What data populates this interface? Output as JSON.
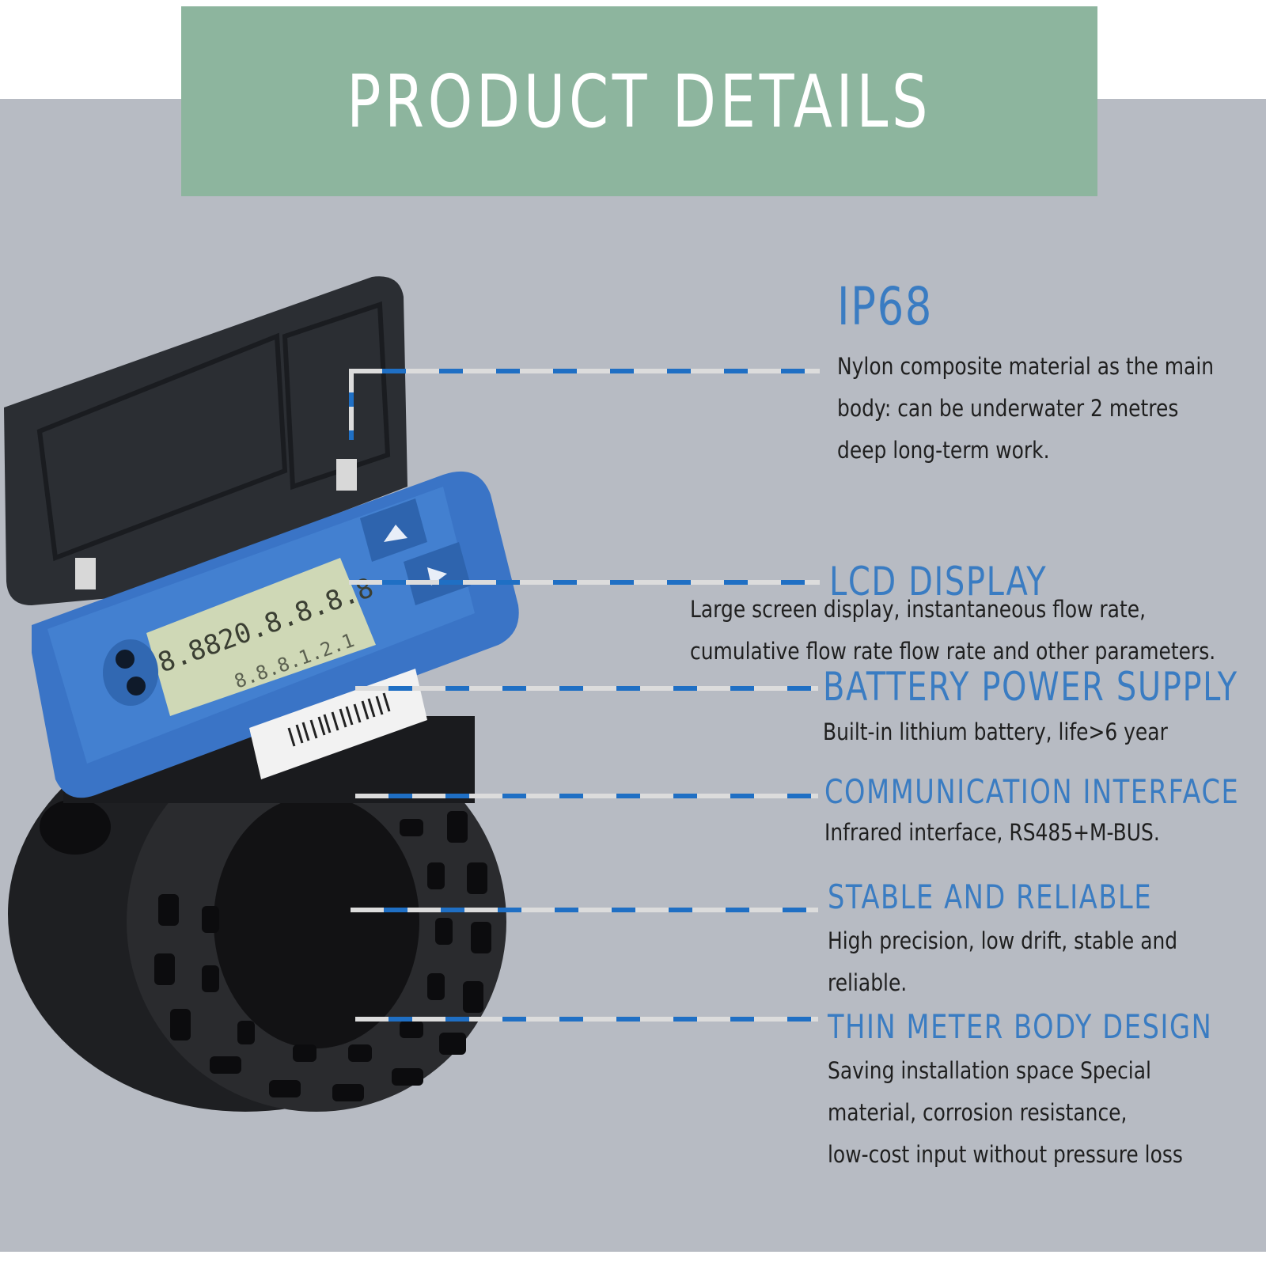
{
  "header": {
    "title": "PRODUCT DETAILS"
  },
  "colors": {
    "header_bg": "#8db59e",
    "panel_bg": "#b7bbc3",
    "title_blue": "#3a7cc2",
    "meter_blue": "#3a74c6"
  },
  "product": {
    "lcd_main": "8.8820.8.8.8.8",
    "lcd_sub": "8.8.8.1.2.1"
  },
  "features": [
    {
      "title": "IP68",
      "lines": [
        "Nylon composite material as the main",
        "body: can be underwater 2 metres",
        "deep long-term work."
      ]
    },
    {
      "title": "LCD DISPLAY",
      "lines": [
        "Large screen display, instantaneous flow rate,",
        "cumulative flow rate flow rate and other parameters."
      ]
    },
    {
      "title": "BATTERY POWER SUPPLY",
      "lines": [
        "Built-in lithium battery, life>6 year"
      ]
    },
    {
      "title": "COMMUNICATION INTERFACE",
      "lines": [
        "Infrared interface, RS485+M-BUS."
      ]
    },
    {
      "title": "STABLE AND RELIABLE",
      "lines": [
        "High precision, low drift, stable and",
        "reliable."
      ]
    },
    {
      "title": "THIN METER BODY DESIGN",
      "lines": [
        "Saving installation space Special",
        "material, corrosion resistance,",
        "low-cost input without pressure loss"
      ]
    }
  ]
}
